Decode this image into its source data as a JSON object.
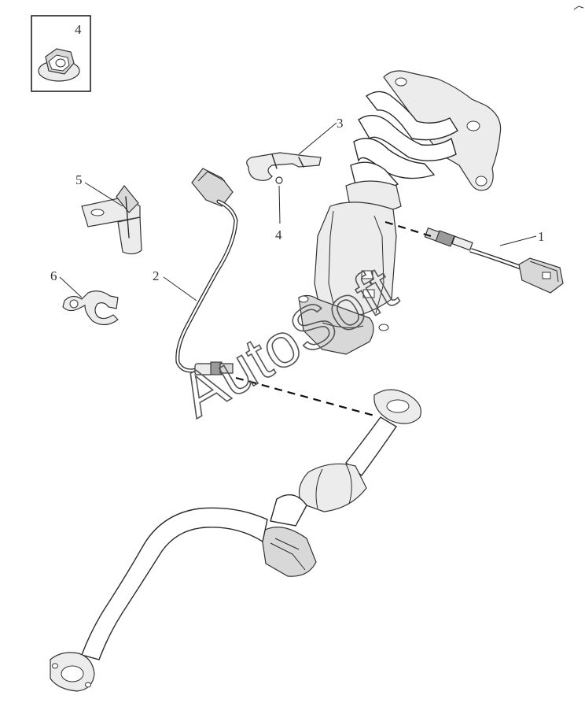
{
  "callouts": {
    "inset_number": "4",
    "part_1": "1",
    "part_2": "2",
    "part_3": "3",
    "part_4": "4",
    "part_5": "5",
    "part_6": "6"
  },
  "watermark": "AutoSoft",
  "colors": {
    "line": "#2b2b2b",
    "shade": "#d8d8d8",
    "background": "#ffffff"
  }
}
